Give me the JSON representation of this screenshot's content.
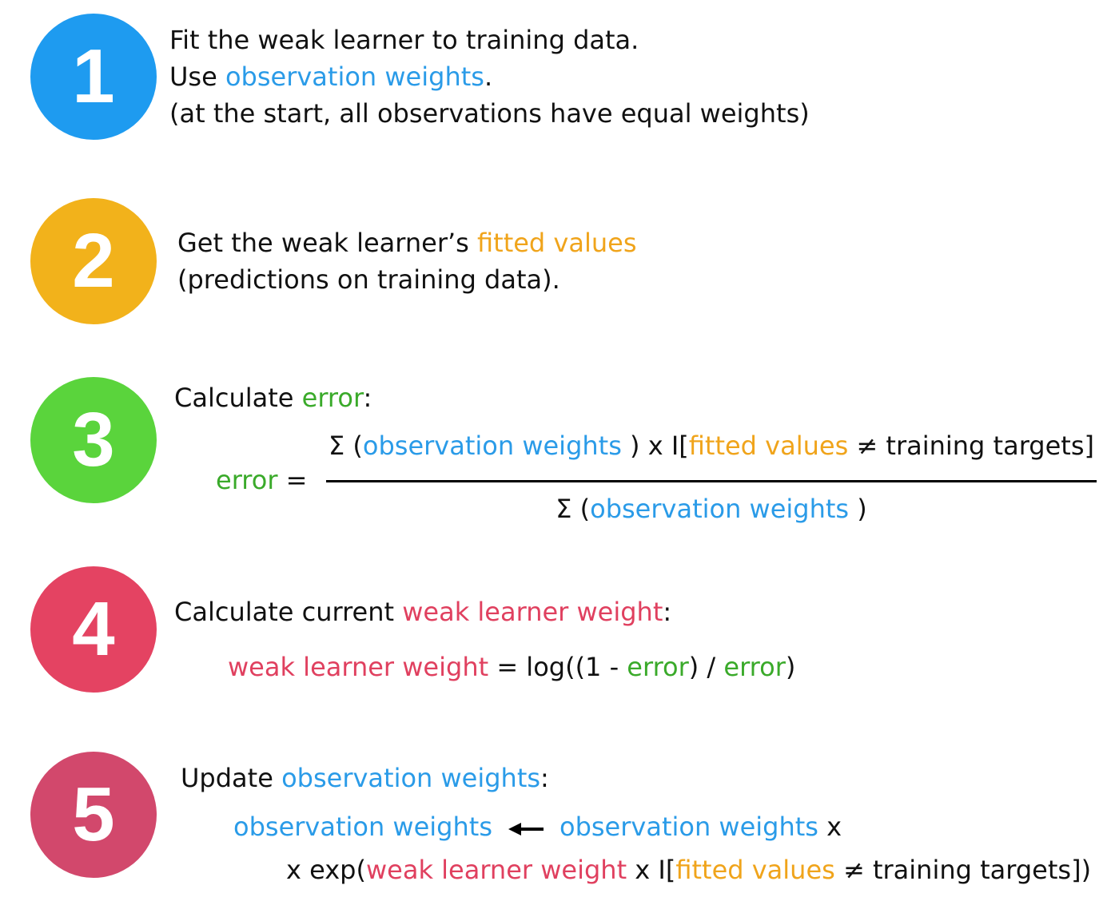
{
  "colors": {
    "step1": "#1e9bf0",
    "step2": "#f2b21b",
    "step3": "#5ad43c",
    "step4": "#e44362",
    "step5": "#d2486c",
    "blue": "#2a9be8",
    "orange": "#f0a41b",
    "green": "#3aaa2a",
    "red": "#e0405f"
  },
  "steps": [
    {
      "number": "1",
      "line1": "Fit the weak learner to training data.",
      "line2_pre": "Use ",
      "line2_term": "observation weights",
      "line2_post": ".",
      "line3": "(at the start, all observations have equal weights)"
    },
    {
      "number": "2",
      "line1_pre": "Get the weak learner’s ",
      "line1_term": "fitted values",
      "line2": "(predictions on training data)."
    },
    {
      "number": "3",
      "heading_pre": "Calculate ",
      "heading_term": "error",
      "heading_post": ":",
      "formula": {
        "lhs": "error",
        "eq": " =",
        "num_sigma": "Σ (",
        "num_term1": "observation weights",
        "num_mid1": " ) x I[",
        "num_term2": "fitted values",
        "num_mid2": " ≠ training targets]",
        "den_sigma": "Σ (",
        "den_term": "observation weights",
        "den_close": " )"
      }
    },
    {
      "number": "4",
      "heading_pre": "Calculate current ",
      "heading_term": "weak learner weight",
      "heading_post": ":",
      "formula": {
        "lhs": "weak learner weight",
        "mid1": " = log((1 - ",
        "term1": "error",
        "mid2": ") / ",
        "term2": "error",
        "close": ")"
      }
    },
    {
      "number": "5",
      "heading_pre": "Update ",
      "heading_term": "observation weights",
      "heading_post": ":",
      "formula": {
        "lhs": "observation weights",
        "arrow": "arrow-left-icon",
        "rhs": "observation weights",
        "rhs_post": " x",
        "line2_pre": "x exp(",
        "line2_term1": "weak learner weight",
        "line2_mid": " x I[",
        "line2_term2": "fitted values",
        "line2_post": " ≠ training targets])"
      }
    }
  ]
}
